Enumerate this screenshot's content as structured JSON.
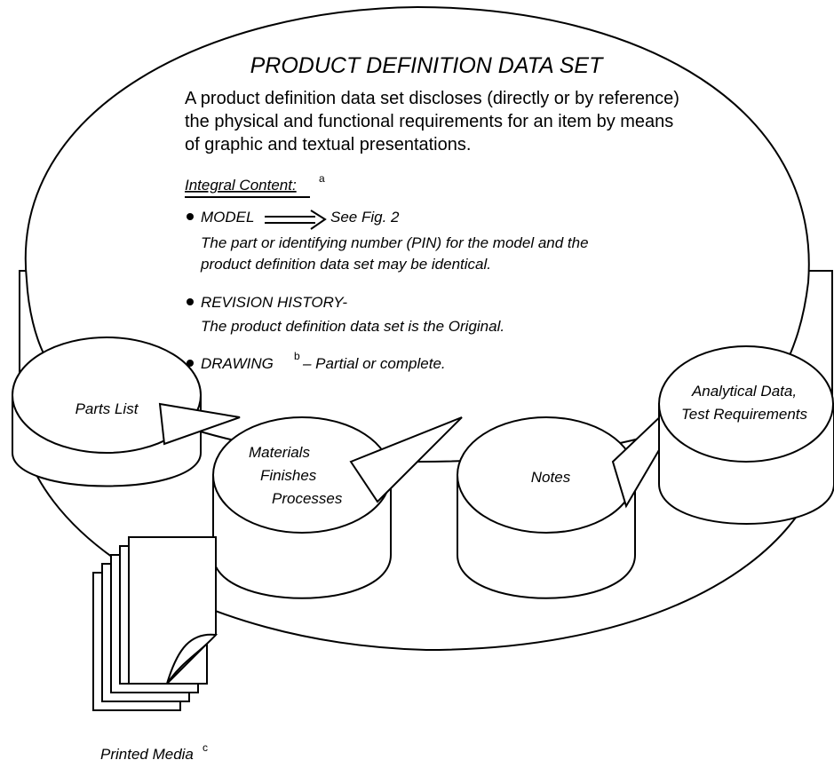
{
  "title": "PRODUCT DEFINITION DATA SET",
  "description": [
    "A product definition data set discloses (directly or by reference)",
    "the physical and functional requirements for an item by means",
    "of graphic and textual presentations."
  ],
  "integral_content": {
    "label": "Integral Content:",
    "footnote": "a"
  },
  "items": [
    {
      "heading": "MODEL",
      "reference": "See Fig. 2",
      "detail": [
        "The part or identifying number (PIN) for the model and the",
        "product definition data set may be identical."
      ]
    },
    {
      "heading": "REVISION HISTORY-",
      "detail": [
        "The product definition data set is the Original."
      ]
    },
    {
      "heading": "DRAWING",
      "footnote": "b",
      "suffix": " – Partial or complete."
    }
  ],
  "cylinders": {
    "parts_list": [
      "Parts List"
    ],
    "materials": [
      "Materials",
      "Finishes",
      "Processes"
    ],
    "notes": [
      "Notes"
    ],
    "analytical": [
      "Analytical Data,",
      "Test Requirements"
    ]
  },
  "printed_media": {
    "label": "Printed Media",
    "footnote": "c"
  }
}
